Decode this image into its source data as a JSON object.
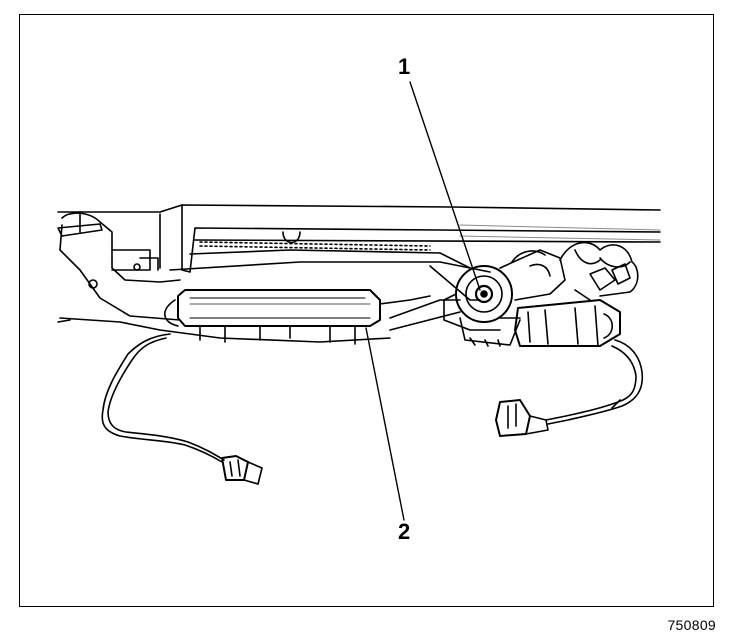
{
  "callouts": [
    {
      "id": "1",
      "label": "1"
    },
    {
      "id": "2",
      "label": "2"
    }
  ],
  "figure_number": "750809",
  "colors": {
    "ink": "#000000",
    "paper": "#ffffff",
    "shade": "#8a8a8a"
  }
}
